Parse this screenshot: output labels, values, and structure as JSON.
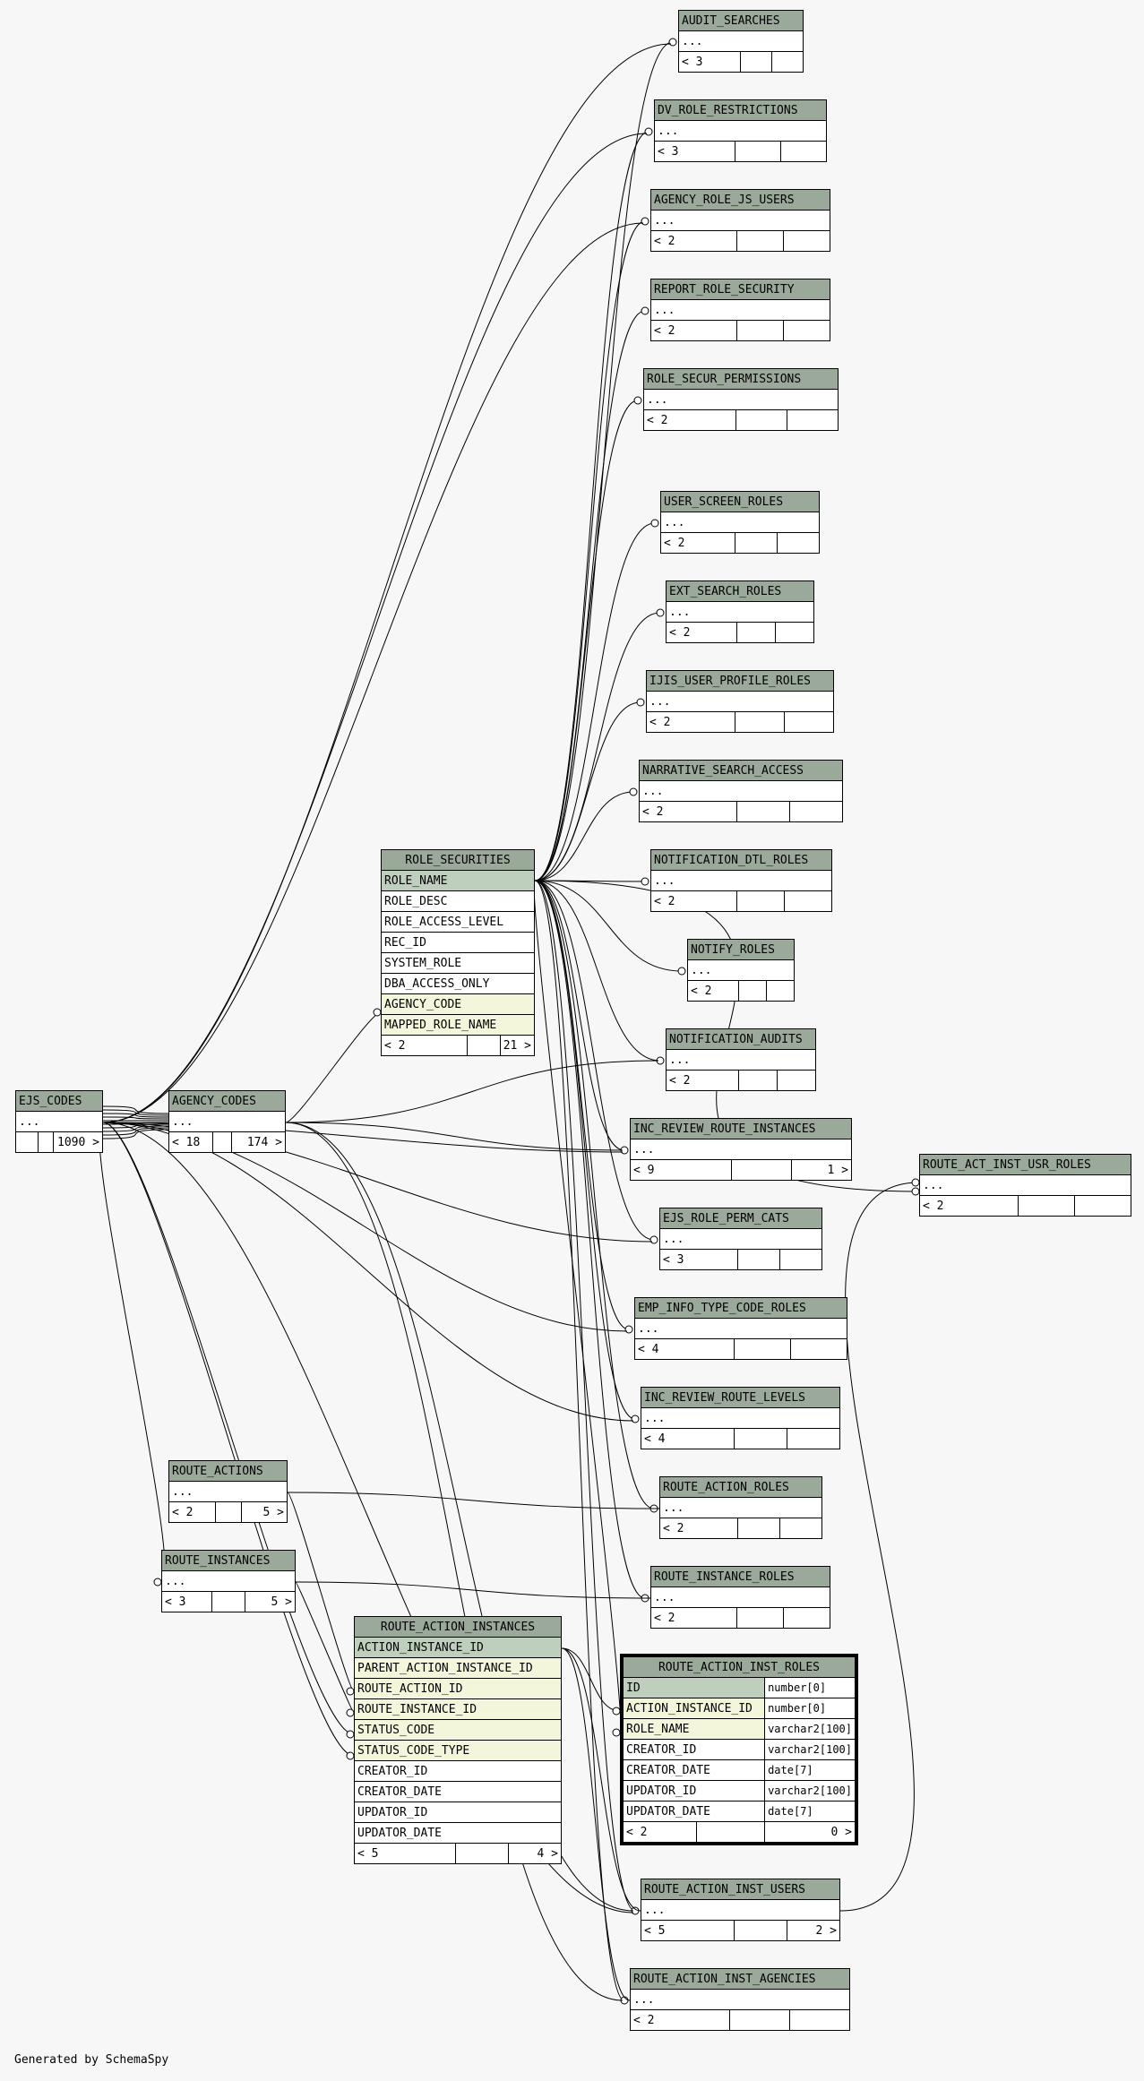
{
  "footer": "Generated by SchemaSpy",
  "tables": [
    {
      "name": "AUDIT_SEARCHES",
      "left": [
        "<",
        "3"
      ],
      "right": []
    },
    {
      "name": "DV_ROLE_RESTRICTIONS",
      "left": [
        "<",
        "3"
      ],
      "right": []
    },
    {
      "name": "AGENCY_ROLE_JS_USERS",
      "left": [
        "<",
        "2"
      ],
      "right": []
    },
    {
      "name": "REPORT_ROLE_SECURITY",
      "left": [
        "<",
        "2"
      ],
      "right": []
    },
    {
      "name": "ROLE_SECUR_PERMISSIONS",
      "left": [
        "<",
        "2"
      ],
      "right": []
    },
    {
      "name": "USER_SCREEN_ROLES",
      "left": [
        "<",
        "2"
      ],
      "right": []
    },
    {
      "name": "EXT_SEARCH_ROLES",
      "left": [
        "<",
        "2"
      ],
      "right": []
    },
    {
      "name": "IJIS_USER_PROFILE_ROLES",
      "left": [
        "<",
        "2"
      ],
      "right": []
    },
    {
      "name": "NARRATIVE_SEARCH_ACCESS",
      "left": [
        "<",
        "2"
      ],
      "right": []
    },
    {
      "name": "NOTIFICATION_DTL_ROLES",
      "left": [
        "<",
        "2"
      ],
      "right": []
    },
    {
      "name": "NOTIFY_ROLES",
      "left": [
        "<",
        "2"
      ],
      "right": []
    },
    {
      "name": "NOTIFICATION_AUDITS",
      "left": [
        "<",
        "2"
      ],
      "right": []
    },
    {
      "name": "INC_REVIEW_ROUTE_INSTANCES",
      "left": [
        "<",
        "9"
      ],
      "right": [
        "1",
        ">"
      ]
    },
    {
      "name": "EJS_ROLE_PERM_CATS",
      "left": [
        "<",
        "3"
      ],
      "right": []
    },
    {
      "name": "EMP_INFO_TYPE_CODE_ROLES",
      "left": [
        "<",
        "4"
      ],
      "right": []
    },
    {
      "name": "INC_REVIEW_ROUTE_LEVELS",
      "left": [
        "<",
        "4"
      ],
      "right": []
    },
    {
      "name": "ROUTE_ACTION_ROLES",
      "left": [
        "<",
        "2"
      ],
      "right": []
    },
    {
      "name": "ROUTE_INSTANCE_ROLES",
      "left": [
        "<",
        "2"
      ],
      "right": []
    },
    {
      "name": "ROUTE_ACTION_INST_USERS",
      "left": [
        "<",
        "5"
      ],
      "right": [
        "2",
        ">"
      ]
    },
    {
      "name": "ROUTE_ACTION_INST_AGENCIES",
      "left": [
        "<",
        "2"
      ],
      "right": []
    },
    {
      "name": "ROUTE_ACT_INST_USR_ROLES",
      "left": [
        "<",
        "2"
      ],
      "right": []
    },
    {
      "name": "EJS_CODES",
      "left": [],
      "right": [
        "1090",
        ">"
      ]
    },
    {
      "name": "AGENCY_CODES",
      "left": [
        "<",
        "18"
      ],
      "right": [
        "174",
        ">"
      ]
    },
    {
      "name": "ROUTE_ACTIONS",
      "left": [
        "<",
        "2"
      ],
      "right": [
        "5",
        ">"
      ]
    },
    {
      "name": "ROUTE_INSTANCES",
      "left": [
        "<",
        "3"
      ],
      "right": [
        "5",
        ">"
      ]
    }
  ],
  "role_securities": {
    "name": "ROLE_SECURITIES",
    "columns": [
      {
        "name": "ROLE_NAME",
        "kind": "pk"
      },
      {
        "name": "ROLE_DESC",
        "kind": ""
      },
      {
        "name": "ROLE_ACCESS_LEVEL",
        "kind": ""
      },
      {
        "name": "REC_ID",
        "kind": ""
      },
      {
        "name": "SYSTEM_ROLE",
        "kind": ""
      },
      {
        "name": "DBA_ACCESS_ONLY",
        "kind": ""
      },
      {
        "name": "AGENCY_CODE",
        "kind": "fk"
      },
      {
        "name": "MAPPED_ROLE_NAME",
        "kind": "fk"
      }
    ],
    "left": [
      "<",
      "2"
    ],
    "right": [
      "21",
      ">"
    ]
  },
  "route_action_instances": {
    "name": "ROUTE_ACTION_INSTANCES",
    "columns": [
      {
        "name": "ACTION_INSTANCE_ID",
        "kind": "pk"
      },
      {
        "name": "PARENT_ACTION_INSTANCE_ID",
        "kind": "fk"
      },
      {
        "name": "ROUTE_ACTION_ID",
        "kind": "fk"
      },
      {
        "name": "ROUTE_INSTANCE_ID",
        "kind": "fk"
      },
      {
        "name": "STATUS_CODE",
        "kind": "fk"
      },
      {
        "name": "STATUS_CODE_TYPE",
        "kind": "fk"
      },
      {
        "name": "CREATOR_ID",
        "kind": ""
      },
      {
        "name": "CREATOR_DATE",
        "kind": ""
      },
      {
        "name": "UPDATOR_ID",
        "kind": ""
      },
      {
        "name": "UPDATOR_DATE",
        "kind": ""
      }
    ],
    "left": [
      "<",
      "5"
    ],
    "right": [
      "4",
      ">"
    ]
  },
  "route_action_inst_roles": {
    "name": "ROUTE_ACTION_INST_ROLES",
    "columns": [
      {
        "name": "ID",
        "type": "number[0]",
        "kind": "pk"
      },
      {
        "name": "ACTION_INSTANCE_ID",
        "type": "number[0]",
        "kind": "fk"
      },
      {
        "name": "ROLE_NAME",
        "type": "varchar2[100]",
        "kind": "fk"
      },
      {
        "name": "CREATOR_ID",
        "type": "varchar2[100]",
        "kind": ""
      },
      {
        "name": "CREATOR_DATE",
        "type": "date[7]",
        "kind": ""
      },
      {
        "name": "UPDATOR_ID",
        "type": "varchar2[100]",
        "kind": ""
      },
      {
        "name": "UPDATOR_DATE",
        "type": "date[7]",
        "kind": ""
      }
    ],
    "left": [
      "<",
      "2"
    ],
    "right": [
      "0",
      ">"
    ]
  }
}
